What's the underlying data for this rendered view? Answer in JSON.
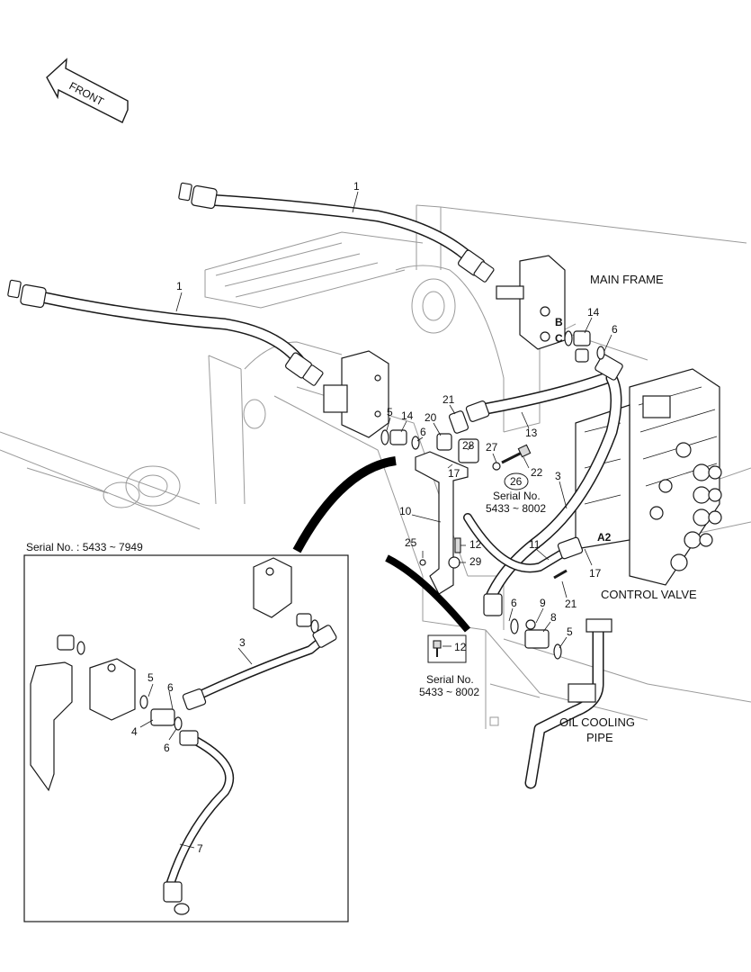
{
  "front_label": "FRONT",
  "callouts": {
    "main_frame": "MAIN FRAME",
    "control_valve": "CONTROL VALVE",
    "oil_cooling_line1": "OIL COOLING",
    "oil_cooling_line2": "PIPE"
  },
  "port_labels": {
    "b": "B",
    "c": "C",
    "a2": "A2"
  },
  "serial_notes": {
    "inset": "Serial No. : 5433 ~ 7949",
    "note_26_title": "Serial No.",
    "note_26_range": "5433 ~ 8002",
    "note_12_title": "Serial No.",
    "note_12_range": "5433 ~ 8002"
  },
  "part_numbers": {
    "p1a": "1",
    "p1b": "1",
    "p3": "3",
    "p5a": "5",
    "p5b": "5",
    "p6a": "6",
    "p6b": "6",
    "p6c": "6",
    "p8": "8",
    "p9": "9",
    "p10": "10",
    "p11": "11",
    "p12a": "12",
    "p12b": "12",
    "p13": "13",
    "p14a": "14",
    "p14b": "14",
    "p17a": "17",
    "p17b": "17",
    "p20": "20",
    "p21a": "21",
    "p21b": "21",
    "p22": "22",
    "p25": "25",
    "p26": "26",
    "p27": "27",
    "p28": "28",
    "p29": "29",
    "inset_3": "3",
    "inset_4": "4",
    "inset_5": "5",
    "inset_6a": "6",
    "inset_6b": "6",
    "inset_7": "7"
  },
  "colors": {
    "line": "#1a1a1a",
    "frame": "#9a9a9a",
    "background": "#ffffff"
  }
}
